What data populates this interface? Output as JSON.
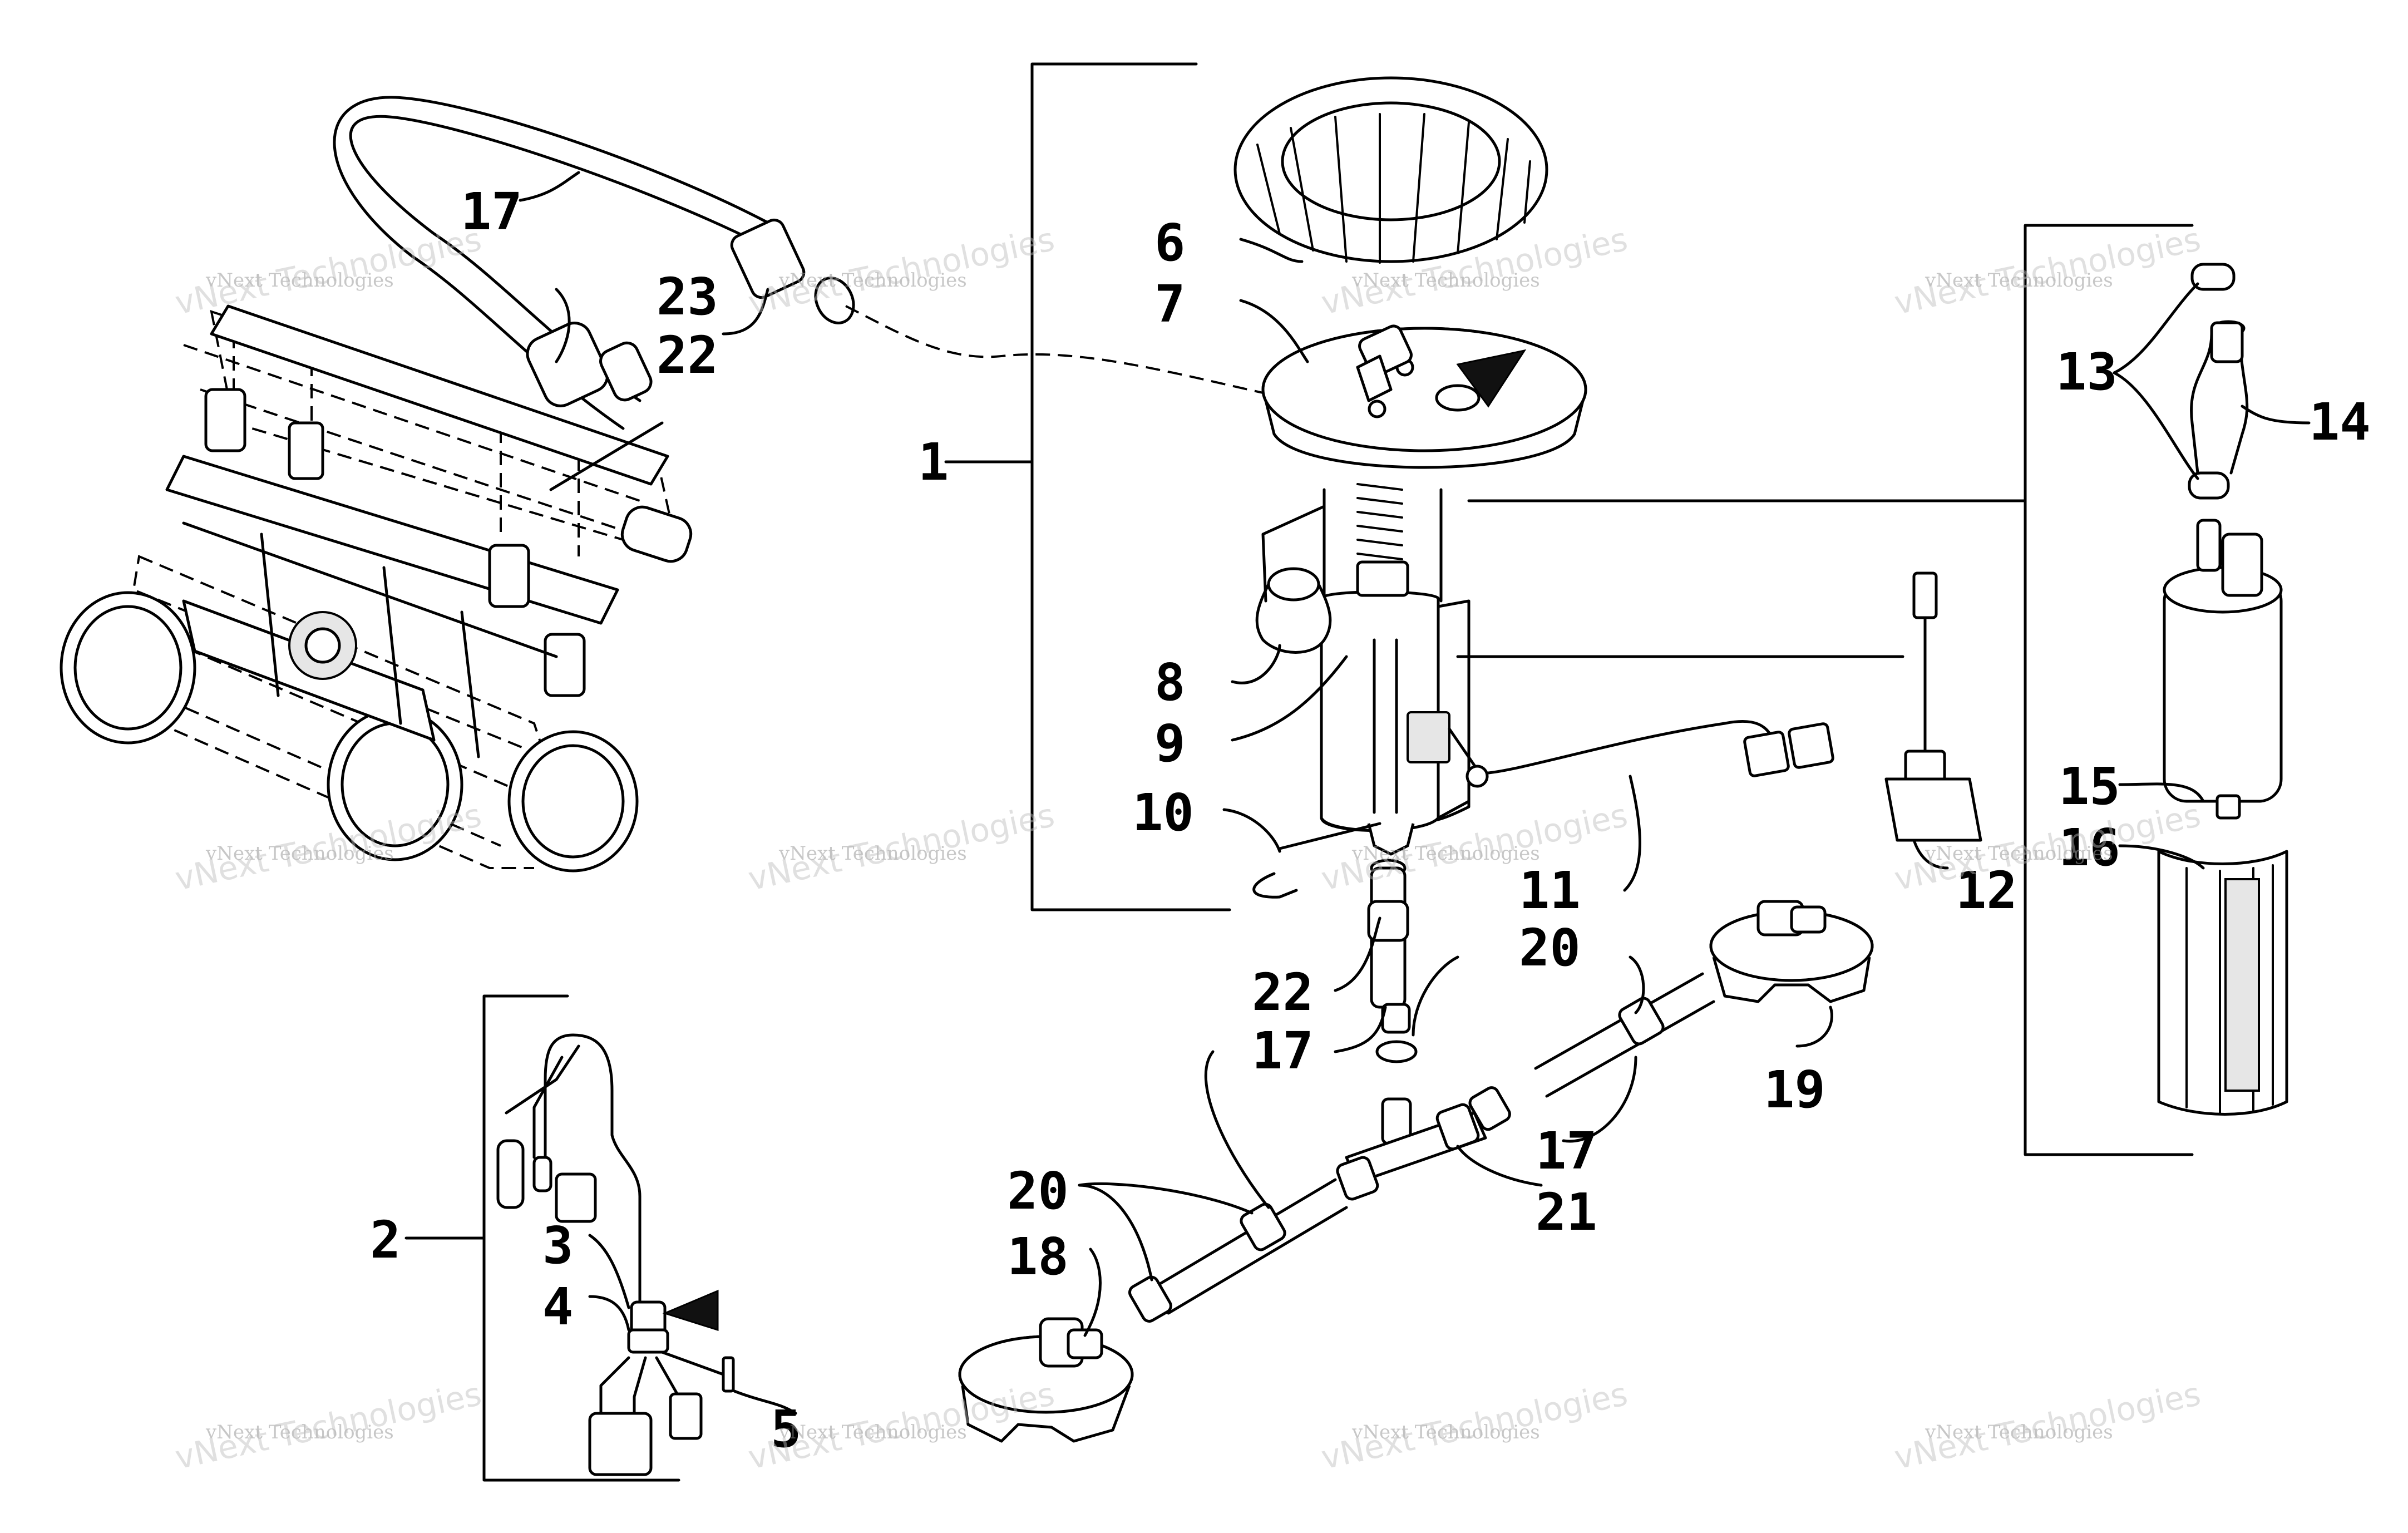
{
  "callouts": [
    {
      "id": "c17a",
      "text": "17"
    },
    {
      "id": "c23",
      "text": "23"
    },
    {
      "id": "c22a",
      "text": "22"
    },
    {
      "id": "c6",
      "text": "6"
    },
    {
      "id": "c7",
      "text": "7"
    },
    {
      "id": "c1",
      "text": "1"
    },
    {
      "id": "c13",
      "text": "13"
    },
    {
      "id": "c14",
      "text": "14"
    },
    {
      "id": "c8",
      "text": "8"
    },
    {
      "id": "c9",
      "text": "9"
    },
    {
      "id": "c10",
      "text": "10"
    },
    {
      "id": "c11",
      "text": "11"
    },
    {
      "id": "c12",
      "text": "12"
    },
    {
      "id": "c15",
      "text": "15"
    },
    {
      "id": "c16",
      "text": "16"
    },
    {
      "id": "c22b",
      "text": "22"
    },
    {
      "id": "c20a",
      "text": "20"
    },
    {
      "id": "c17b",
      "text": "17"
    },
    {
      "id": "c19",
      "text": "19"
    },
    {
      "id": "c17c",
      "text": "17"
    },
    {
      "id": "c2",
      "text": "2"
    },
    {
      "id": "c3",
      "text": "3"
    },
    {
      "id": "c4",
      "text": "4"
    },
    {
      "id": "c20b",
      "text": "20"
    },
    {
      "id": "c18",
      "text": "18"
    },
    {
      "id": "c21",
      "text": "21"
    },
    {
      "id": "c5",
      "text": "5"
    }
  ],
  "watermark": {
    "small": "vNext Technologies",
    "big": "vNext Technologies"
  }
}
